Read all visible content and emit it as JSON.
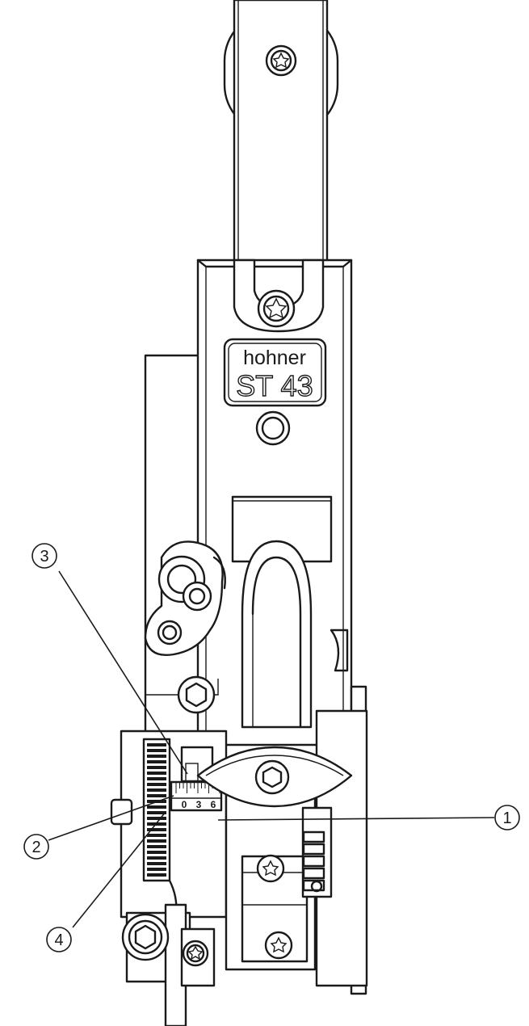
{
  "nameplate": {
    "brand": "hohner",
    "model": "ST 43"
  },
  "scale_labels": [
    "0",
    "3",
    "6"
  ],
  "callouts": [
    {
      "number": "1"
    },
    {
      "number": "2"
    },
    {
      "number": "3"
    },
    {
      "number": "4"
    }
  ],
  "icons": [
    "torx-screw-icon",
    "hex-socket-screw-icon",
    "gear-wheel-icon",
    "wing-knob-icon"
  ],
  "colors": {
    "line": "#1a1a1a",
    "background": "#ffffff"
  }
}
